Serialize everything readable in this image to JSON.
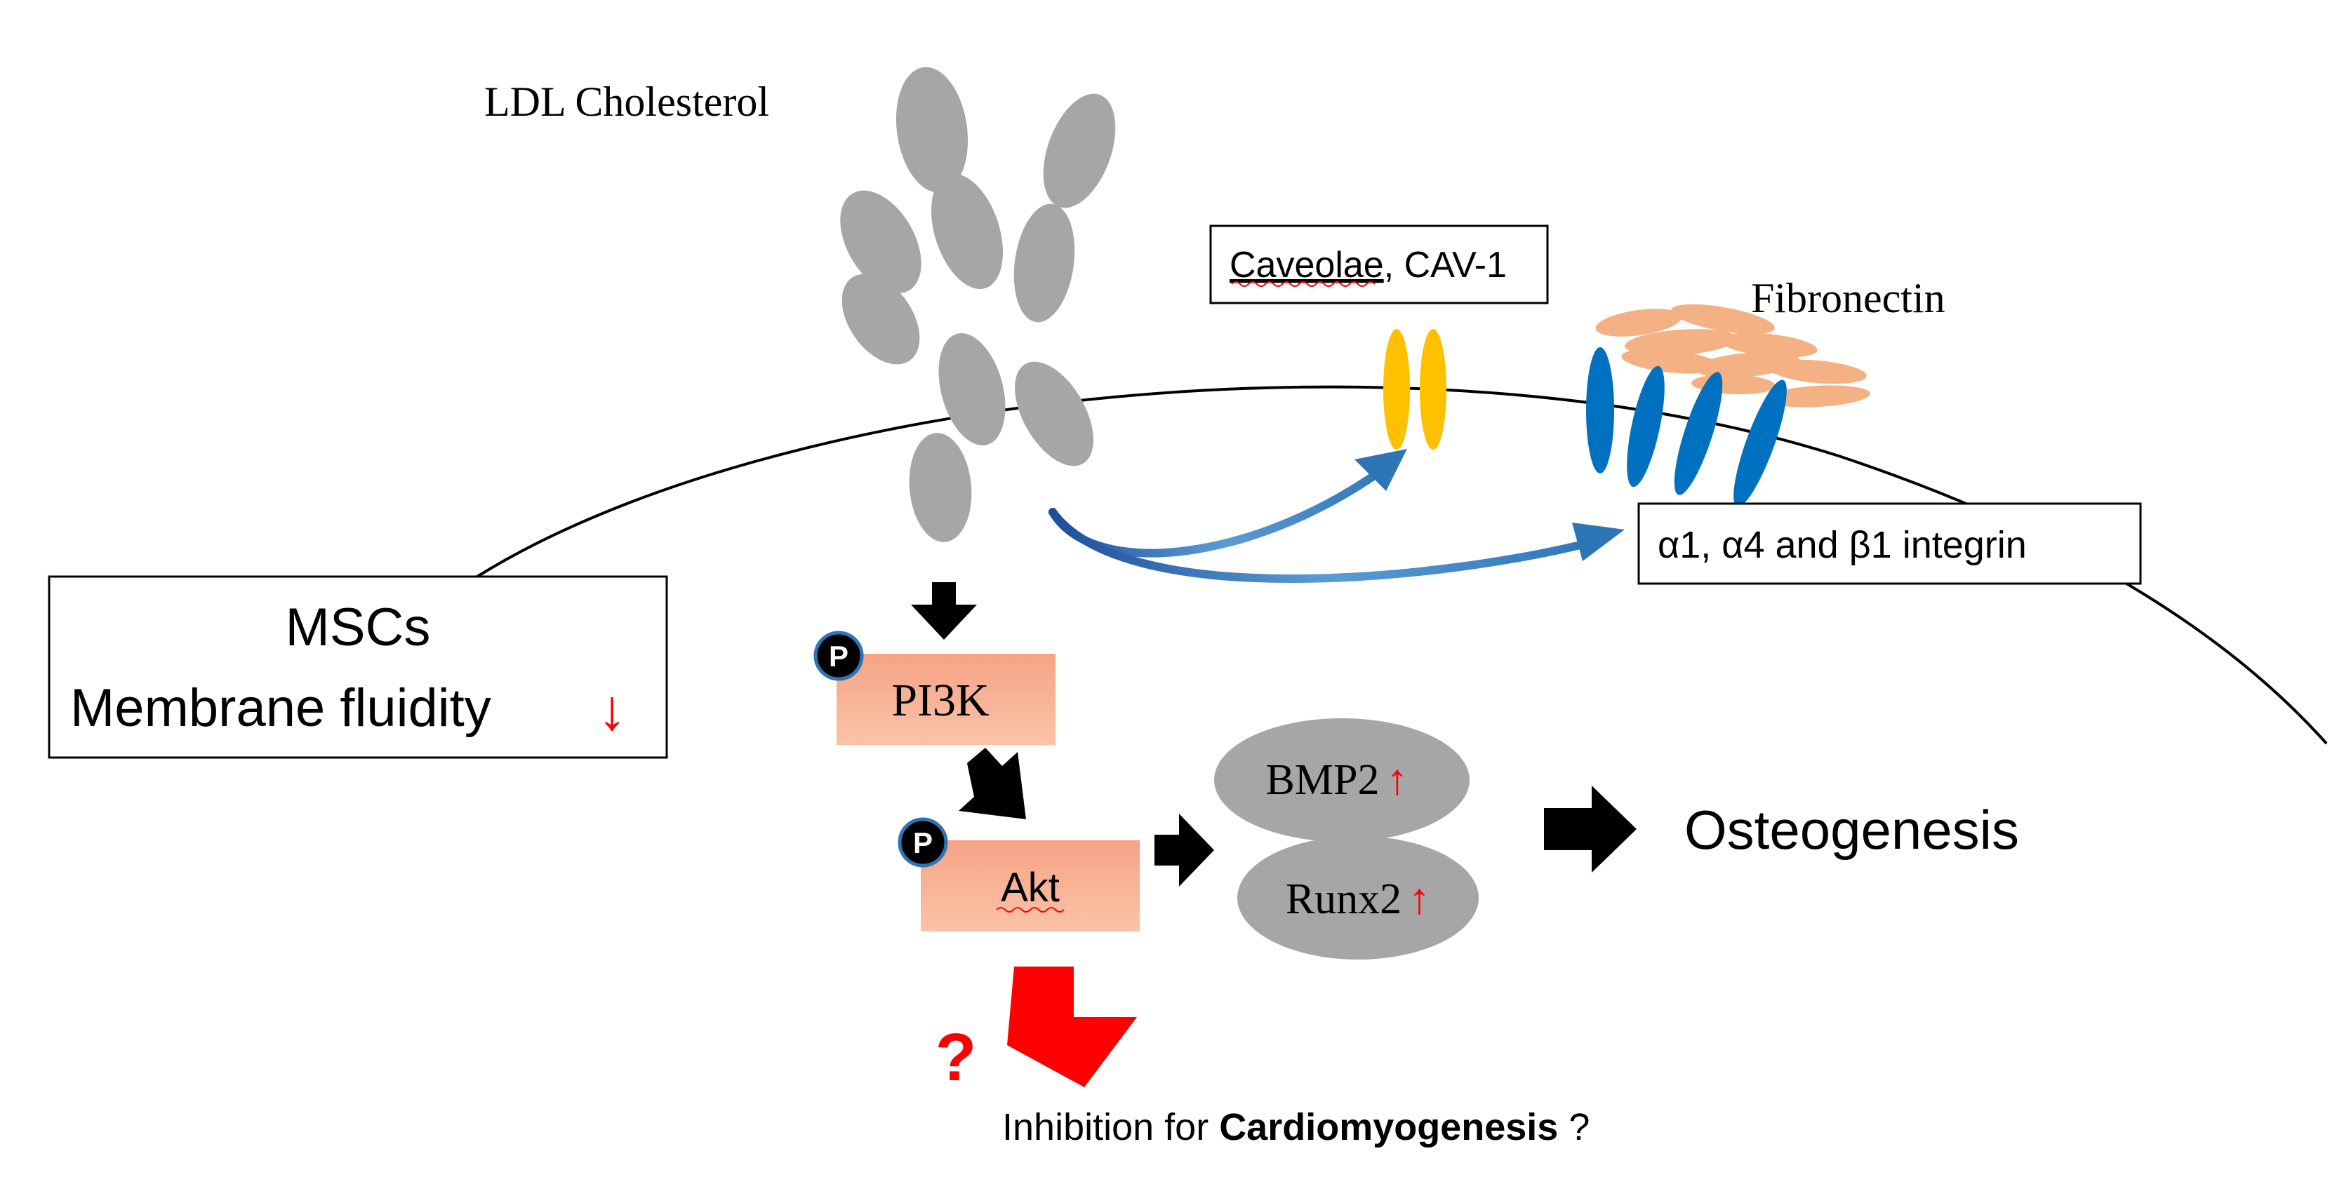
{
  "labels": {
    "ldl": "LDL Cholesterol",
    "caveolae": "Caveolae",
    "caveolae_suffix": ", CAV-1",
    "fibronectin": "Fibronectin",
    "integrin": "α1, α4 and β1 integrin",
    "mscs": "MSCs",
    "membrane_fluidity": "Membrane fluidity",
    "down_arrow": "↓",
    "pi3k": "PI3K",
    "akt": "Akt",
    "phospho": "P",
    "bmp2": "BMP2",
    "runx2": "Runx2",
    "up_arrow": "↑",
    "osteogenesis": "Osteogenesis",
    "question": "?",
    "inhibition_prefix": "Inhibition for ",
    "cardiomyogenesis": "Cardiomyogenesis",
    "inhibition_suffix": " ?"
  },
  "colors": {
    "ldl_gray": "#a6a6a6",
    "caveolae_yellow": "#ffc000",
    "integrin_blue": "#0070c0",
    "fibronectin_peach": "#f4b183",
    "kinase_box": "#f8a987",
    "increase_red": "#ff0000",
    "arrow_black": "#000000",
    "signal_blue": "#2e75b6"
  }
}
